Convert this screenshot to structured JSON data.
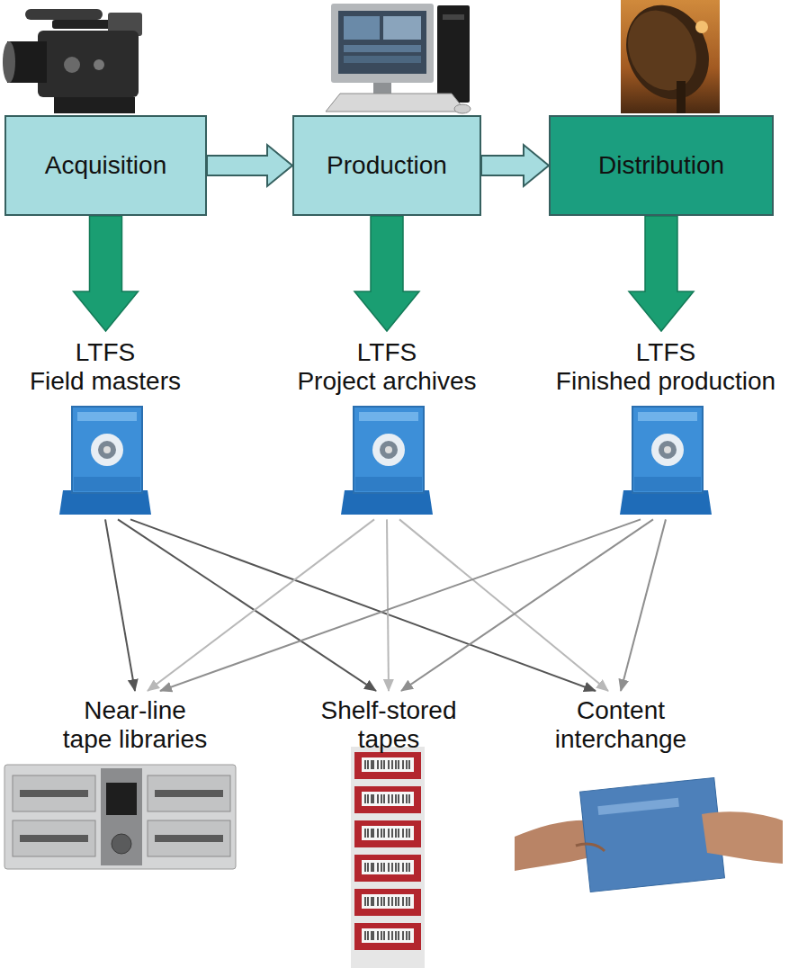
{
  "diagram": {
    "nodes": [
      {
        "text": [
          "Acquisition"
        ]
      },
      {
        "text": [
          "Production"
        ]
      },
      {
        "text": [
          "Distribution"
        ]
      },
      {
        "text": [
          "LTFS",
          "Field masters"
        ]
      },
      {
        "text": [
          "LTFS",
          "Project archives"
        ]
      },
      {
        "text": [
          "LTFS",
          "Finished production"
        ]
      },
      {
        "text": [
          "Near-line tape libraries"
        ]
      },
      {
        "text": [
          "Shelf-stored tapes"
        ]
      },
      {
        "text": [
          "Content interchange"
        ]
      }
    ],
    "edges": [
      {
        "from": 0,
        "to": 1,
        "arrow": "to"
      },
      {
        "from": 1,
        "to": 2,
        "arrow": "to"
      },
      {
        "from": 0,
        "to": 3,
        "arrow": "to"
      },
      {
        "from": 1,
        "to": 4,
        "arrow": "to"
      },
      {
        "from": 2,
        "to": 5,
        "arrow": "to"
      },
      {
        "from": 3,
        "to": 6,
        "arrow": "to"
      },
      {
        "from": 3,
        "to": 7,
        "arrow": "to"
      },
      {
        "from": 3,
        "to": 8,
        "arrow": "to"
      },
      {
        "from": 4,
        "to": 6,
        "arrow": "to"
      },
      {
        "from": 4,
        "to": 7,
        "arrow": "to"
      },
      {
        "from": 4,
        "to": 8,
        "arrow": "to"
      },
      {
        "from": 5,
        "to": 6,
        "arrow": "to"
      },
      {
        "from": 5,
        "to": 7,
        "arrow": "to"
      },
      {
        "from": 5,
        "to": 8,
        "arrow": "to"
      }
    ]
  }
}
